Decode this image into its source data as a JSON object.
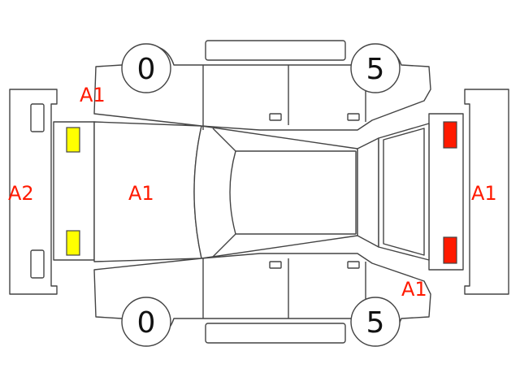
{
  "colors": {
    "damage_text": "#ff1a00",
    "outline": "#444444",
    "front_lamp": "#ffff00",
    "rear_lamp": "#ff1a00"
  },
  "tires": {
    "front_left": "0",
    "rear_left": "5",
    "front_right": "0",
    "rear_right": "5"
  },
  "damage_labels": {
    "front_left_fender": "A1",
    "front_bumper": "A2",
    "hood": "A1",
    "rear_bumper": "A1",
    "rear_right_quarter": "A1"
  }
}
